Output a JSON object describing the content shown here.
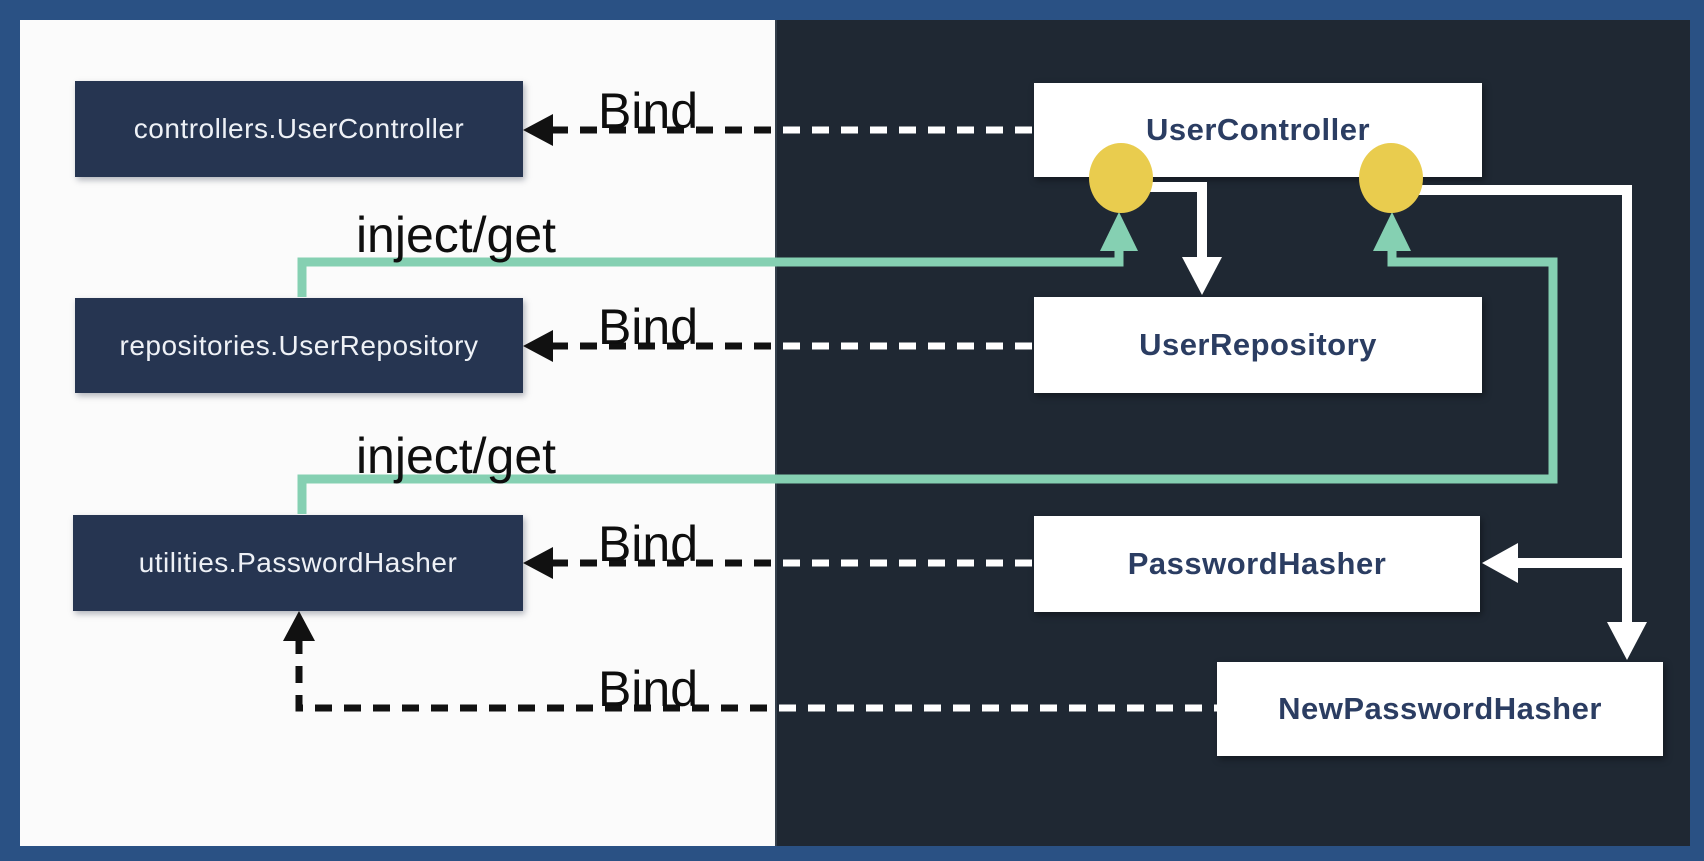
{
  "left_boxes": [
    {
      "label": "controllers.UserController"
    },
    {
      "label": "repositories.UserRepository"
    },
    {
      "label": "utilities.PasswordHasher"
    }
  ],
  "right_boxes": [
    {
      "label": "UserController"
    },
    {
      "label": "UserRepository"
    },
    {
      "label": "PasswordHasher"
    },
    {
      "label": "NewPasswordHasher"
    }
  ],
  "edge_labels": {
    "bind_1": "Bind",
    "bind_2": "Bind",
    "bind_3": "Bind",
    "bind_4": "Bind",
    "inject_get_1": "inject/get",
    "inject_get_2": "inject/get"
  },
  "colors": {
    "frame_blue": "#2a5184",
    "panel_light": "#fbfbfb",
    "panel_dark": "#1f2833",
    "key_box_navy": "#263551",
    "class_text_navy": "#2b3d62",
    "port_yellow": "#e9cc4e",
    "inject_teal": "#85d0b2",
    "dash_on_light": "#111111",
    "dash_on_dark": "#ffffff",
    "white_connector": "#ffffff"
  }
}
